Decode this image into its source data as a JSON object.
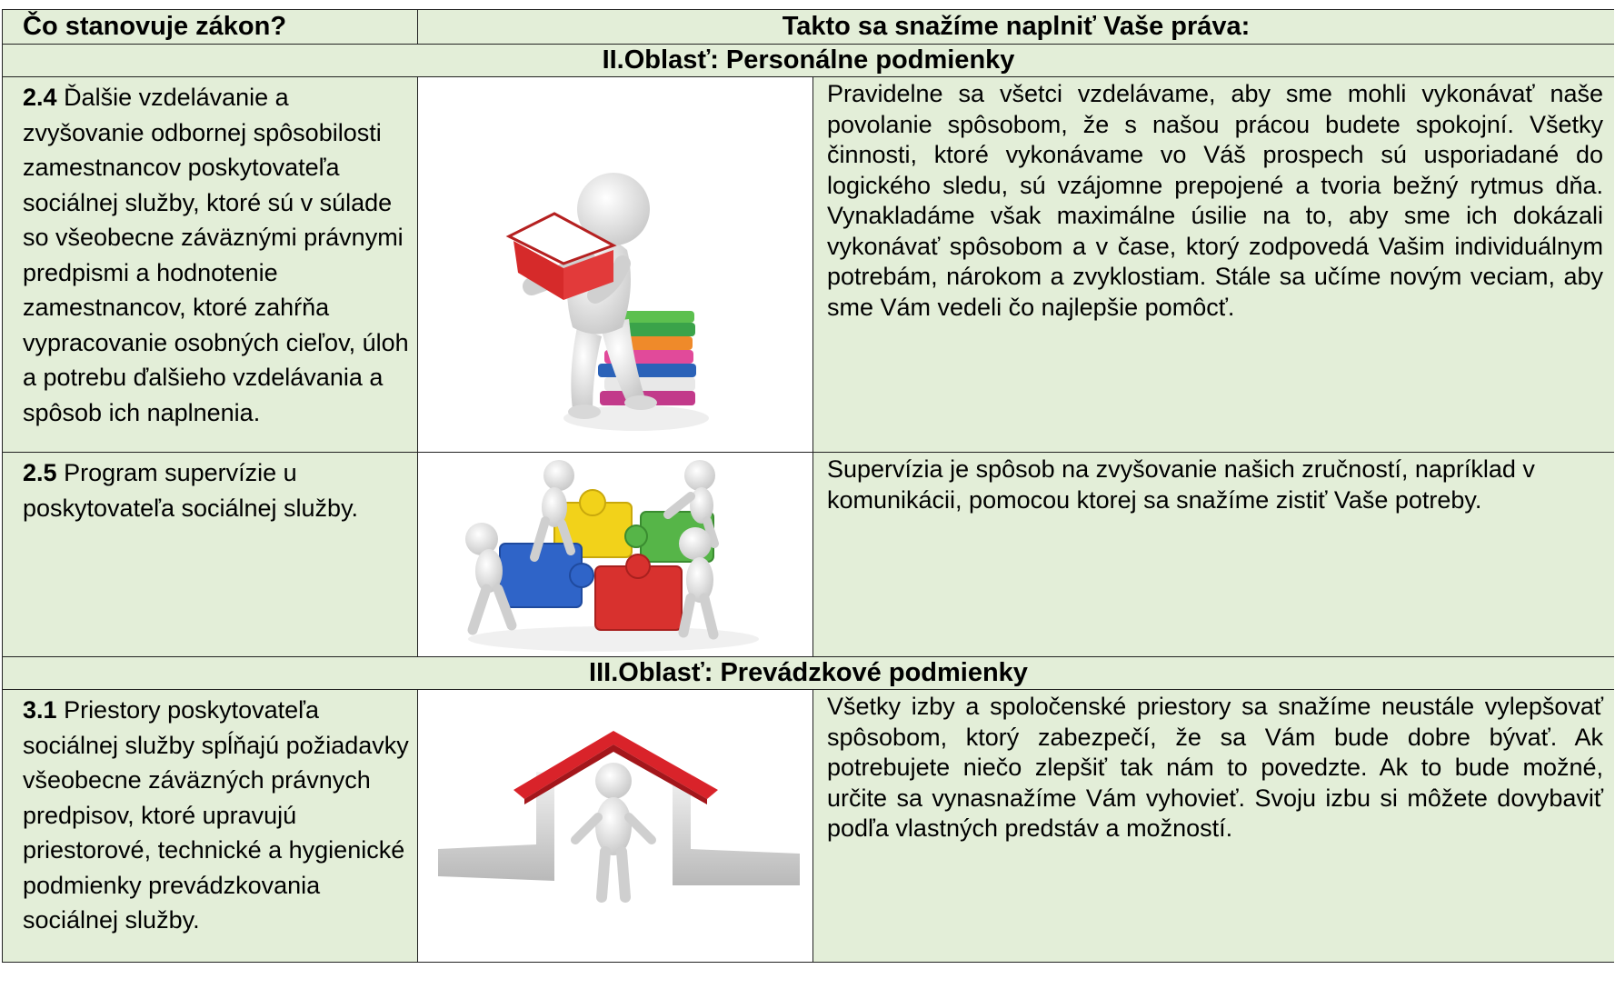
{
  "header": {
    "col1": "Čo stanovuje zákon?",
    "col2": "Takto sa snažíme naplniť Vaše práva:"
  },
  "sections": [
    {
      "title": "II.Oblasť: Personálne podmienky"
    },
    {
      "title": "III.Oblasť: Prevádzkové podmienky"
    }
  ],
  "rows": [
    {
      "number": "2.4",
      "law": "Ďalšie vzdelávanie a zvyšovanie odbornej spôsobilosti zamestnancov poskytovateľa sociálnej služby, ktoré sú v súlade so všeobecne záväznými právnymi predpismi a hodnotenie zamestnancov, ktoré zahŕňa vypracovanie osobných cieľov, úloh a potrebu ďalšieho vzdelávania a spôsob ich naplnenia.",
      "illustration": "figure-reading-book-on-books",
      "description": "Pravidelne sa všetci vzdelávame, aby sme mohli vykonávať naše povolanie spôsobom, že s našou prácou budete spokojní. Všetky činnosti, ktoré vykonávame vo Váš prospech sú usporiadané do logického sledu, sú vzájomne prepojené a tvoria bežný rytmus dňa. Vynakladáme však maximálne úsilie na to, aby sme ich dokázali vykonávať spôsobom a v čase, ktorý zodpovedá Vašim individuálnym potrebám, nárokom a zvyklostiam. Stále sa učíme novým veciam, aby sme Vám vedeli čo najlepšie pomôcť."
    },
    {
      "number": "2.5",
      "law": "Program supervízie u poskytovateľa sociálnej služby.",
      "illustration": "figures-assembling-puzzle",
      "description": "Supervízia je spôsob na zvyšovanie našich zručností, napríklad v komunikácii, pomocou ktorej sa snažíme zistiť Vaše potreby."
    },
    {
      "number": "3.1",
      "law": "Priestory poskytovateľa sociálnej služby spĺňajú požiadavky všeobecne záväzných právnych predpisov, ktoré upravujú priestorové, technické a hygienické podmienky prevádzkovania sociálnej služby.",
      "illustration": "figure-under-house-roof",
      "description": "Všetky izby a spoločenské priestory sa snažíme neustále vylepšovať spôsobom, ktorý zabezpečí, že sa Vám bude dobre bývať. Ak potrebujete niečo zlepšiť tak nám to povedzte. Ak to bude možné, určite sa vynasnažíme Vám vyhovieť. Svoju izbu si môžete dovybaviť podľa vlastných predstáv a možností."
    }
  ],
  "colors": {
    "cell_background": "#e3eed8",
    "border": "#222222",
    "book_red": "#d62a2a",
    "puzzle_yellow": "#f2d21a",
    "puzzle_green": "#56b548",
    "puzzle_blue": "#2f64c8",
    "puzzle_red": "#d8312e",
    "roof_red": "#d9232a"
  }
}
